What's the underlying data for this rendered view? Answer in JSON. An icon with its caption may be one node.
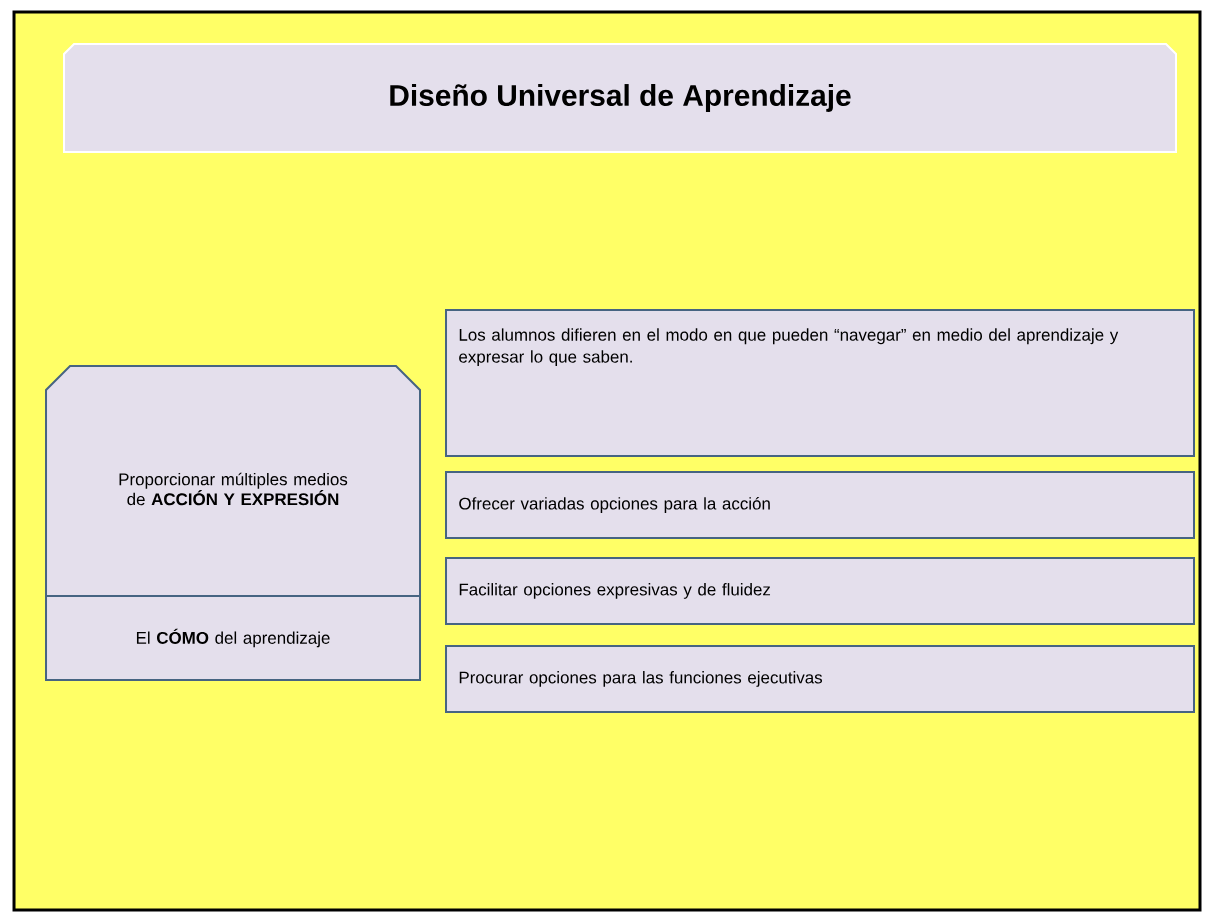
{
  "diagram": {
    "title": "Diseño Universal de Aprendizaje",
    "nodes": [
      {
        "text": [
          "Proporcionar múltiples medios de **ACCIÓN Y EXPRESIÓN**"
        ]
      },
      {
        "text": [
          "El **CÓMO** del aprendizaje"
        ]
      },
      {
        "text": [
          "Los alumnos difieren en el modo en que pueden “navegar” en medio del aprendizaje y expresar lo que saben."
        ]
      },
      {
        "text": [
          "Ofrecer variadas opciones para la acción"
        ]
      },
      {
        "text": [
          "Facilitar opciones expresivas y de fluidez"
        ]
      },
      {
        "text": [
          "Procurar opciones para las funciones ejecutivas"
        ]
      }
    ]
  }
}
